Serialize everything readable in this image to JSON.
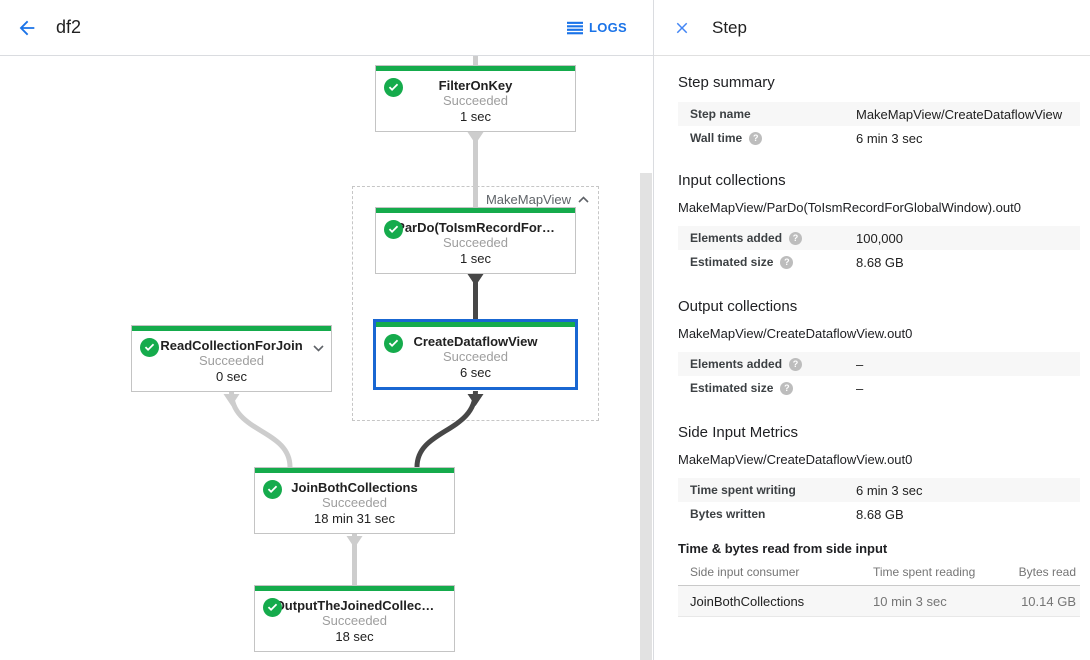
{
  "colors": {
    "accent_blue": "#1a73e8",
    "selected_border_blue": "#1967d2",
    "success_green": "#15ab4c",
    "edge_light_gray": "#cdcdcd",
    "edge_dark_gray": "#474747"
  },
  "header": {
    "title": "df2",
    "logs_label": "LOGS"
  },
  "graph": {
    "group_label": "MakeMapView",
    "nodes": {
      "filterOnKey": {
        "title": "FilterOnKey",
        "status": "Succeeded",
        "time": "1 sec"
      },
      "parDo": {
        "title": "ParDo(ToIsmRecordFor…",
        "status": "Succeeded",
        "time": "1 sec"
      },
      "createDataflowView": {
        "title": "CreateDataflowView",
        "status": "Succeeded",
        "time": "6 sec"
      },
      "readCollectionForJoin": {
        "title": "ReadCollectionForJoin",
        "status": "Succeeded",
        "time": "0 sec"
      },
      "joinBothCollections": {
        "title": "JoinBothCollections",
        "status": "Succeeded",
        "time": "18 min 31 sec"
      },
      "outputTheJoined": {
        "title": "OutputTheJoinedCollec…",
        "status": "Succeeded",
        "time": "18 sec"
      }
    }
  },
  "panel": {
    "title": "Step",
    "step_summary": {
      "heading": "Step summary",
      "rows": [
        {
          "label": "Step name",
          "value": "MakeMapView/CreateDataflowView"
        },
        {
          "label": "Wall time",
          "value": "6 min 3 sec"
        }
      ]
    },
    "input_collections": {
      "heading": "Input collections",
      "subtitle": "MakeMapView/ParDo(ToIsmRecordForGlobalWindow).out0",
      "rows": [
        {
          "label": "Elements added",
          "value": "100,000"
        },
        {
          "label": "Estimated size",
          "value": "8.68 GB"
        }
      ]
    },
    "output_collections": {
      "heading": "Output collections",
      "subtitle": "MakeMapView/CreateDataflowView.out0",
      "rows": [
        {
          "label": "Elements added",
          "value": "–"
        },
        {
          "label": "Estimated size",
          "value": "–"
        }
      ]
    },
    "side_input_metrics": {
      "heading": "Side Input Metrics",
      "subtitle": "MakeMapView/CreateDataflowView.out0",
      "rows": [
        {
          "label": "Time spent writing",
          "value": "6 min 3 sec"
        },
        {
          "label": "Bytes written",
          "value": "8.68 GB"
        }
      ]
    },
    "side_input_table": {
      "heading": "Time & bytes read from side input",
      "columns": [
        "Side input consumer",
        "Time spent reading",
        "Bytes read"
      ],
      "rows": [
        [
          "JoinBothCollections",
          "10 min 3 sec",
          "10.14 GB"
        ]
      ]
    }
  }
}
